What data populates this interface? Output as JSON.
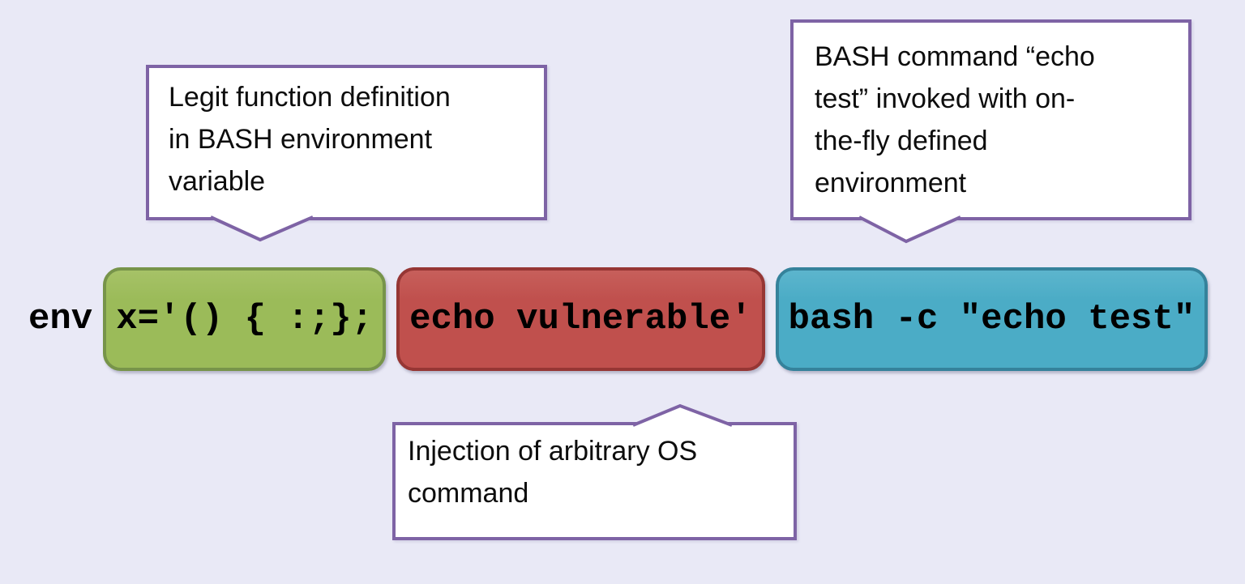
{
  "diagram": {
    "subject": "Shellshock bash environment variable command injection example"
  },
  "callouts": [
    {
      "id": "legit-function-definition",
      "lines": [
        "Legit function definition",
        "in BASH environment",
        "variable"
      ]
    },
    {
      "id": "bash-command-invocation",
      "lines": [
        "BASH command “echo",
        "test” invoked with on-",
        "the-fly defined",
        "environment"
      ]
    },
    {
      "id": "os-command-injection",
      "lines": [
        "Injection of arbitrary OS",
        "command"
      ]
    }
  ],
  "command": {
    "prefix": "env",
    "segments": [
      {
        "role": "function-definition",
        "text": "x='() { :;};"
      },
      {
        "role": "injected-command",
        "text": "echo vulnerable'"
      },
      {
        "role": "bash-invocation",
        "text": "bash -c \"echo test\""
      }
    ]
  },
  "colors": {
    "background": "#e9e9f6",
    "callout_border": "#7e63a5",
    "callout_fill": "#ffffff",
    "segment_green_fill": "#9bbb59",
    "segment_green_border": "#77944a",
    "segment_red_fill": "#c0504d",
    "segment_red_border": "#963634",
    "segment_blue_fill": "#4bacc6",
    "segment_blue_border": "#35829b",
    "text": "#000000"
  }
}
